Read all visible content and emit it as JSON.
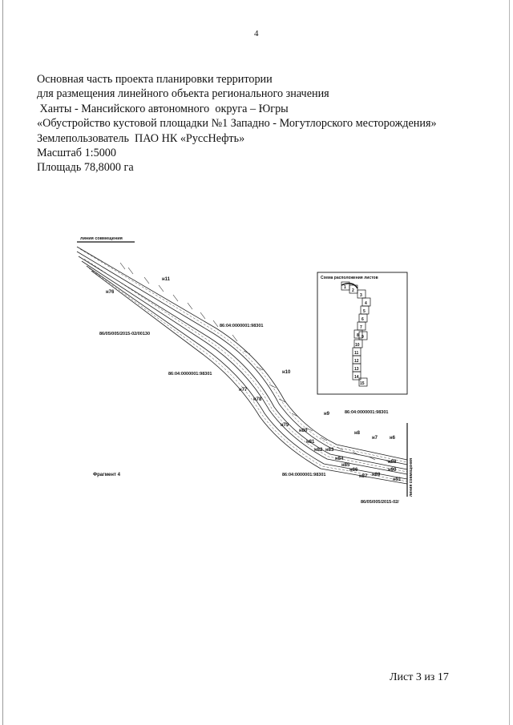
{
  "page_number": "4",
  "header": {
    "line1": "Основная часть проекта планировки территории",
    "line2": "для размещения линейного объекта  регионального значения",
    "line3": " Ханты - Мансийского автономного  округа – Югры",
    "line4": "«Обустройство кустовой площадки №1 Западно - Могутлорского месторождения»",
    "line5": "Землепользователь  ПАО НК «РуссНефть»",
    "line6": "Масштаб 1:5000",
    "line7": "Площадь 78,8000 га"
  },
  "plan": {
    "fragment_label": "Фрагмент 4",
    "limits_top": "линия совмещения",
    "limits_right": "линия совмещения",
    "cadastral": {
      "c1": "86/05/005/2015-02/00130",
      "c2": "86:04:0000001:98301",
      "c3": "86:04:0000001:98301",
      "c4": "86:04:0000001:98301",
      "c5": "86:04:0000001:98301",
      "c6": "86/05/005/2015-02/"
    },
    "points": {
      "p_h11": "н11",
      "p_h76": "н76",
      "p_h10": "н10",
      "p_h77": "н77",
      "p_h78": "н78",
      "p_h9": "н9",
      "p_h79": "н79",
      "p_h80": "н80",
      "p_h8": "н8",
      "p_h81": "н81",
      "p_h82": "н82",
      "p_h83": "н83",
      "p_h7": "н7",
      "p_h84": "н84",
      "p_h6": "н6",
      "p_h85": "н85",
      "p_h86": "н86",
      "p_h87": "н87",
      "p_h88": "н88",
      "p_h89": "н89",
      "p_h90": "н90",
      "p_h91": "н91"
    },
    "inset": {
      "title": "Схема расположения листов",
      "sheets": [
        "1",
        "2",
        "3",
        "4",
        "5",
        "6",
        "7",
        "8",
        "9",
        "10",
        "11",
        "12",
        "13",
        "14",
        "15"
      ]
    }
  },
  "sheet_label": "Лист 3 из 17"
}
